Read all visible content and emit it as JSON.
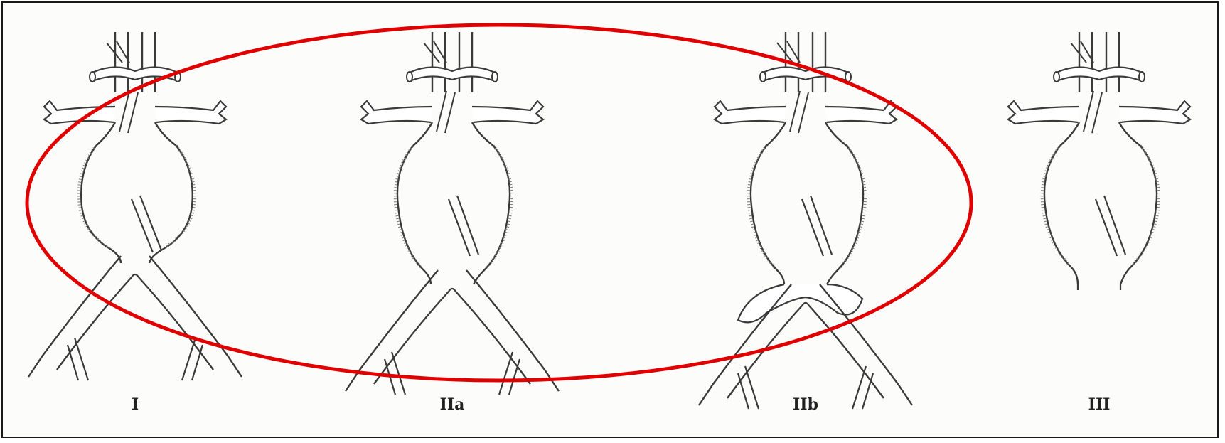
{
  "diagrams": [
    {
      "id": "type-i",
      "label": "I"
    },
    {
      "id": "type-iia",
      "label": "IIa"
    },
    {
      "id": "type-iib",
      "label": "IIb"
    },
    {
      "id": "type-iii",
      "label": "III"
    }
  ],
  "colors": {
    "line": "#3a3a3a",
    "hatch": "#7a7a7a",
    "fill": "#ffffff",
    "highlight": "#e00000",
    "frame": "#1a1a1a",
    "background": "#fcfcfb"
  }
}
